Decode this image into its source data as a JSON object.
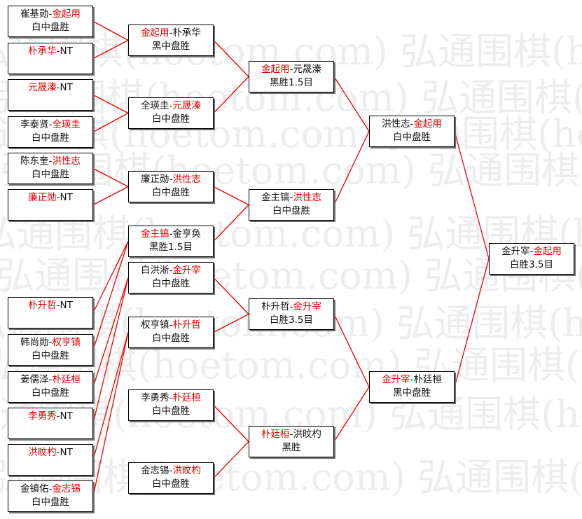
{
  "watermark": "弘通围棋(hoetom.com)",
  "colors": {
    "winner": "#e00000",
    "text": "#111111",
    "line": "#ee0000",
    "watermark": "#ededed"
  },
  "bracket": {
    "round1": [
      {
        "p1": "崔基勋",
        "p2": "金起用",
        "winner": 2,
        "result": "白中盘胜"
      },
      {
        "p1": "朴承华",
        "p2": "NT",
        "winner": 1,
        "result": ""
      },
      {
        "p1": "元晟溱",
        "p2": "NT",
        "winner": 1,
        "result": ""
      },
      {
        "p1": "李泰贤",
        "p2": "全瑛圭",
        "winner": 2,
        "result": "白中盘胜"
      },
      {
        "p1": "陈东奎",
        "p2": "洪性志",
        "winner": 2,
        "result": "白中盘胜"
      },
      {
        "p1": "廉正勋",
        "p2": "NT",
        "winner": 1,
        "result": ""
      },
      {
        "p1": "朴升哲",
        "p2": "NT",
        "winner": 1,
        "result": ""
      },
      {
        "p1": "韩尚勋",
        "p2": "权亨镇",
        "winner": 2,
        "result": "白中盘胜"
      },
      {
        "p1": "姜儒泽",
        "p2": "朴廷桓",
        "winner": 2,
        "result": "白中盘胜"
      },
      {
        "p1": "李勇秀",
        "p2": "NT",
        "winner": 1,
        "result": ""
      },
      {
        "p1": "洪旼杓",
        "p2": "NT",
        "winner": 1,
        "result": ""
      },
      {
        "p1": "金镇佑",
        "p2": "金志锡",
        "winner": 2,
        "result": "白中盘胜"
      }
    ],
    "round2": [
      {
        "p1": "金起用",
        "p2": "朴承华",
        "winner": 1,
        "result": "黑中盘胜"
      },
      {
        "p1": "全瑛圭",
        "p2": "元晟溱",
        "winner": 2,
        "result": "白中盘胜"
      },
      {
        "p1": "廉正勋",
        "p2": "洪性志",
        "winner": 2,
        "result": "白中盘胜"
      },
      {
        "p1": "金主镐",
        "p2": "金亨奂",
        "winner": 1,
        "result": "黑胜1.5目"
      },
      {
        "p1": "白洪淅",
        "p2": "金升宰",
        "winner": 2,
        "result": "白中盘胜"
      },
      {
        "p1": "权亨镇",
        "p2": "朴升哲",
        "winner": 2,
        "result": "白中盘胜"
      },
      {
        "p1": "李勇秀",
        "p2": "朴廷桓",
        "winner": 2,
        "result": "白中盘胜"
      },
      {
        "p1": "金志锡",
        "p2": "洪旼杓",
        "winner": 2,
        "result": "白中盘胜"
      }
    ],
    "round3": [
      {
        "p1": "金起用",
        "p2": "元晟溱",
        "winner": 1,
        "result": "黑胜1.5目"
      },
      {
        "p1": "金主镐",
        "p2": "洪性志",
        "winner": 2,
        "result": "白中盘胜"
      },
      {
        "p1": "朴升哲",
        "p2": "金升宰",
        "winner": 2,
        "result": "白胜3.5目"
      },
      {
        "p1": "朴廷桓",
        "p2": "洪旼杓",
        "winner": 1,
        "result": "黑胜"
      }
    ],
    "round4": [
      {
        "p1": "洪性志",
        "p2": "金起用",
        "winner": 2,
        "result": "白中盘胜"
      },
      {
        "p1": "金升宰",
        "p2": "朴廷桓",
        "winner": 1,
        "result": "黑中盘胜"
      }
    ],
    "final": [
      {
        "p1": "金升宰",
        "p2": "金起用",
        "winner": 2,
        "result": "白胜3.5目"
      }
    ]
  }
}
